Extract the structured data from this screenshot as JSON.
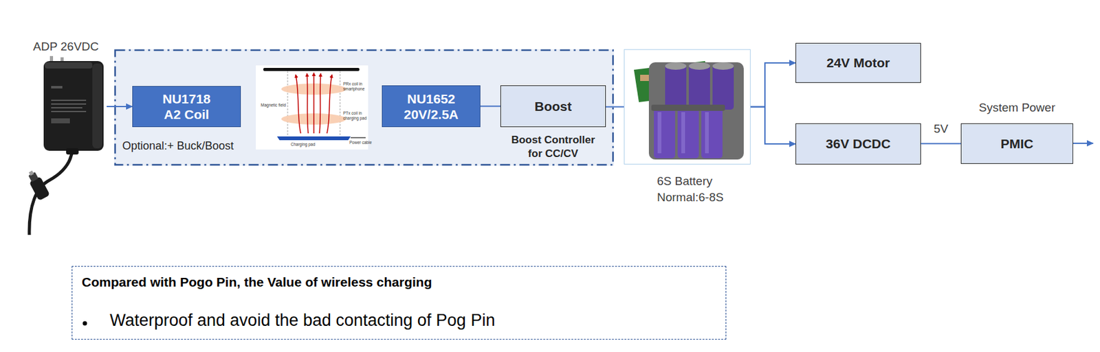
{
  "diagram": {
    "nodes": [
      {
        "text": [
          "ADP 26VDC"
        ]
      },
      {
        "text": []
      },
      {
        "text": [
          "NU1718 A2 Coil"
        ],
        "in": 1
      },
      {
        "text": [
          "NU1652 20V/2.5A"
        ],
        "in": 1
      },
      {
        "text": [
          "Boost",
          "Boost Controller for CC/CV"
        ],
        "in": 1
      },
      {
        "text": [
          "6S Battery Normal:6-8S"
        ]
      },
      {
        "text": [
          "24V Motor"
        ]
      },
      {
        "text": [
          "36V DCDC"
        ]
      },
      {
        "text": [
          "System Power",
          "PMIC"
        ]
      },
      {
        "text": [
          "Compared with Pogo Pin, the Value of wireless charging",
          "Waterproof and avoid the bad contacting of Pog Pin"
        ]
      }
    ],
    "edges": [
      {
        "from": 0,
        "to": 2,
        "arrow": "to"
      },
      {
        "from": 3,
        "to": 4,
        "arrow": "none"
      },
      {
        "from": 4,
        "to": 5,
        "arrow": "none"
      },
      {
        "from": 5,
        "to": 6,
        "arrow": "to"
      },
      {
        "from": 5,
        "to": 7,
        "arrow": "to"
      },
      {
        "from": 7,
        "to": 8,
        "label": "5V",
        "arrow": "none"
      }
    ],
    "labels": [
      "Optional:+ Buck/Boost",
      "PRx coil in smartphone",
      "Magnetic field",
      "PTx coil in charging pad",
      "Charging pad",
      "Power cable"
    ]
  }
}
